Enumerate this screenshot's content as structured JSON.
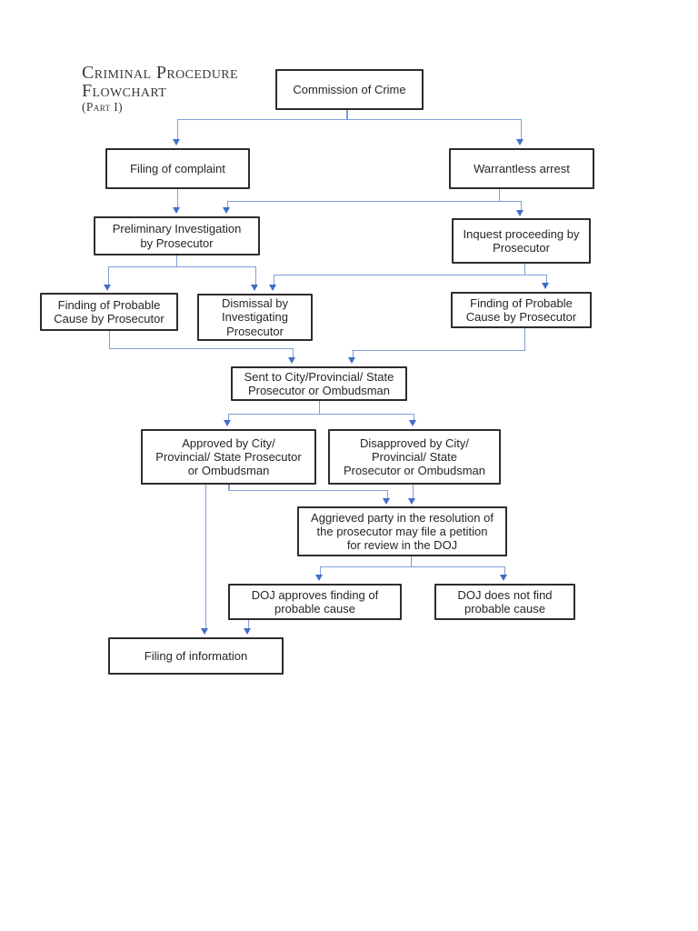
{
  "title": {
    "line1": "Criminal Procedure",
    "line2": "Flowchart",
    "line3": "(Part I)"
  },
  "nodes": [
    {
      "id": "commission-of-crime",
      "label": "Commission of Crime"
    },
    {
      "id": "filing-of-complaint",
      "label": "Filing of complaint"
    },
    {
      "id": "warrantless-arrest",
      "label": "Warrantless arrest"
    },
    {
      "id": "preliminary-investigation",
      "label": "Preliminary Investigation\nby Prosecutor"
    },
    {
      "id": "inquest-proceeding",
      "label": "Inquest proceeding by\nProsecutor"
    },
    {
      "id": "finding-probable-cause-left",
      "label": "Finding of Probable\nCause by Prosecutor"
    },
    {
      "id": "dismissal-by-investigating",
      "label": "Dismissal by\nInvestigating\nProsecutor"
    },
    {
      "id": "finding-probable-cause-right",
      "label": "Finding of Probable\nCause by Prosecutor"
    },
    {
      "id": "sent-to-prosecutor",
      "label": "Sent to City/Provincial/ State\nProsecutor or Ombudsman"
    },
    {
      "id": "approved-by-prosecutor",
      "label": "Approved by City/\nProvincial/ State Prosecutor\nor Ombudsman"
    },
    {
      "id": "disapproved-by-prosecutor",
      "label": "Disapproved by City/\nProvincial/ State\nProsecutor or Ombudsman"
    },
    {
      "id": "aggrieved-party-petition",
      "label": "Aggrieved party in the resolution of\nthe prosecutor may file a petition\nfor review in the DOJ"
    },
    {
      "id": "doj-approves-finding",
      "label": "DOJ approves finding of\nprobable cause"
    },
    {
      "id": "doj-does-not-find",
      "label": "DOJ does not find\nprobable cause"
    },
    {
      "id": "filing-of-information",
      "label": "Filing of information"
    }
  ],
  "edges": [
    {
      "from": "commission-of-crime",
      "to": "filing-of-complaint"
    },
    {
      "from": "commission-of-crime",
      "to": "warrantless-arrest"
    },
    {
      "from": "filing-of-complaint",
      "to": "preliminary-investigation"
    },
    {
      "from": "warrantless-arrest",
      "to": "preliminary-investigation"
    },
    {
      "from": "warrantless-arrest",
      "to": "inquest-proceeding"
    },
    {
      "from": "preliminary-investigation",
      "to": "finding-probable-cause-left"
    },
    {
      "from": "preliminary-investigation",
      "to": "dismissal-by-investigating"
    },
    {
      "from": "inquest-proceeding",
      "to": "dismissal-by-investigating"
    },
    {
      "from": "inquest-proceeding",
      "to": "finding-probable-cause-right"
    },
    {
      "from": "finding-probable-cause-left",
      "to": "sent-to-prosecutor"
    },
    {
      "from": "finding-probable-cause-right",
      "to": "sent-to-prosecutor"
    },
    {
      "from": "sent-to-prosecutor",
      "to": "approved-by-prosecutor"
    },
    {
      "from": "sent-to-prosecutor",
      "to": "disapproved-by-prosecutor"
    },
    {
      "from": "approved-by-prosecutor",
      "to": "aggrieved-party-petition"
    },
    {
      "from": "approved-by-prosecutor",
      "to": "filing-of-information"
    },
    {
      "from": "disapproved-by-prosecutor",
      "to": "aggrieved-party-petition"
    },
    {
      "from": "aggrieved-party-petition",
      "to": "doj-approves-finding"
    },
    {
      "from": "aggrieved-party-petition",
      "to": "doj-does-not-find"
    },
    {
      "from": "doj-approves-finding",
      "to": "filing-of-information"
    }
  ],
  "colors": {
    "connector_line": "#7d9fd8",
    "arrowhead": "#3e6fc9",
    "box_border": "#2d2d2d",
    "text": "#262626"
  }
}
